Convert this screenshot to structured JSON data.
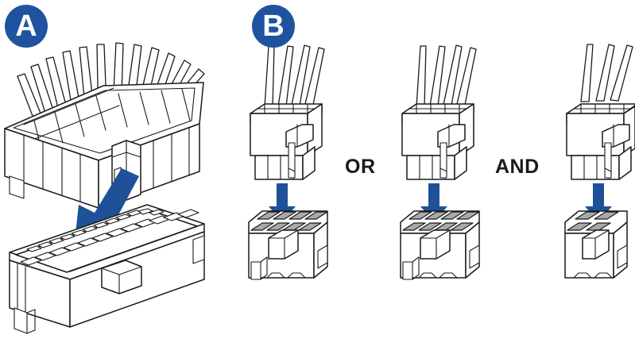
{
  "diagram": {
    "title": "Power connector installation",
    "background_color": "#ffffff",
    "line_color": "#1a1a1a",
    "accent_color": "#1f53a0",
    "arrow_color": "#1f5198",
    "pin_hole_color": "#a9a9a9"
  },
  "steps": [
    {
      "id": "a",
      "badge_label": "A",
      "plug": {
        "name": "24-pin ATX power plug",
        "pin_count": 24,
        "cable_count": 12
      },
      "socket": {
        "name": "24-pin ATX motherboard socket",
        "pin_count": 24
      },
      "arrow": {
        "direction": "down-left",
        "color": "#1f5198"
      }
    },
    {
      "id": "b",
      "badge_label": "B",
      "connectors": [
        {
          "index": 1,
          "plug": {
            "name": "4-pin EPS power plug",
            "pin_count": 4,
            "cable_count": 4
          },
          "socket": {
            "name": "8-pin EPS motherboard socket",
            "pin_count": 8
          },
          "arrow": {
            "direction": "down",
            "color": "#1f5198"
          }
        },
        {
          "index": 2,
          "plug": {
            "name": "4-pin EPS power plug",
            "pin_count": 4,
            "cable_count": 4
          },
          "socket": {
            "name": "8-pin EPS motherboard socket",
            "pin_count": 8
          },
          "arrow": {
            "direction": "down",
            "color": "#1f5198"
          }
        },
        {
          "index": 3,
          "plug": {
            "name": "4-pin EPS power plug",
            "pin_count": 4,
            "cable_count": 3
          },
          "socket": {
            "name": "4-pin EPS motherboard socket",
            "pin_count": 4
          },
          "arrow": {
            "direction": "down",
            "color": "#1f5198"
          }
        }
      ],
      "operators": [
        {
          "id": "or",
          "label": "OR"
        },
        {
          "id": "and",
          "label": "AND"
        }
      ]
    }
  ]
}
